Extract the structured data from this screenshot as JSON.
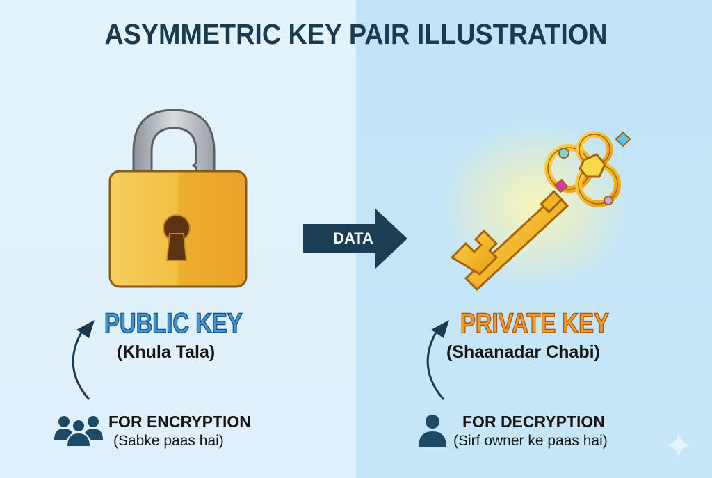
{
  "title": "ASYMMETRIC KEY PAIR ILLUSTRATION",
  "arrow": {
    "label": "DATA",
    "icon": "right-arrow-icon"
  },
  "public_key": {
    "title": "PUBLIC KEY",
    "subtitle": "(Khula Tala)",
    "image": "open-padlock-icon",
    "usage_title": "FOR ENCRYPTION",
    "usage_subtitle": "(Sabke paas hai)",
    "usage_icon": "group-users-icon",
    "color": "#3d96d6"
  },
  "private_key": {
    "title": "PRIVATE KEY",
    "subtitle": "(Shaanadar Chabi)",
    "image": "golden-key-icon",
    "usage_title": "FOR DECRYPTION",
    "usage_subtitle": "(Sirf owner ke paas hai)",
    "usage_icon": "single-user-icon",
    "color": "#f29a2c"
  },
  "colors": {
    "left_bg": "#e3f3fb",
    "right_bg": "#c2e4f6",
    "dark_navy": "#1b3a50"
  }
}
